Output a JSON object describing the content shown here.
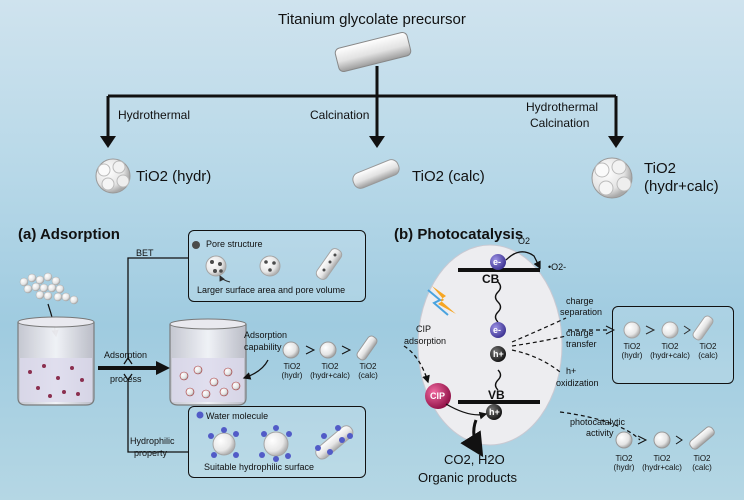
{
  "header": {
    "precursor": "Titanium glycolate precursor",
    "route_hydrothermal": "Hydrothermal",
    "route_calcination": "Calcination",
    "route_both_line1": "Hydrothermal",
    "route_both_line2": "Calcination"
  },
  "products": {
    "hydr": "TiO2 (hydr)",
    "calc": "TiO2 (calc)",
    "both_line1": "TiO2",
    "both_line2": "(hydr+calc)"
  },
  "adsorption": {
    "title": "(a) Adsorption",
    "bet": "BET",
    "pore_title": "Pore structure",
    "pore_caption": "Larger surface area and pore volume",
    "adsorption_process": [
      "Adsorption",
      "process"
    ],
    "adsorption_capability": [
      "Adsorption",
      "capability"
    ],
    "hydrophilic_property": [
      "Hydrophilic",
      "property"
    ],
    "water_title": "Water molecule",
    "water_caption": "Suitable hydrophilic surface",
    "ranking": [
      {
        "line1": "TiO2",
        "line2": "(hydr)"
      },
      {
        "line1": "TiO2",
        "line2": "(hydr+calc)"
      },
      {
        "line1": "TiO2",
        "line2": "(calc)"
      }
    ]
  },
  "photocatalysis": {
    "title": "(b) Photocatalysis",
    "o2": "O2",
    "superoxide": "•O2-",
    "cb": "CB",
    "vb": "VB",
    "electron": "e-",
    "hole": "h+",
    "cip": "CIP",
    "cip_adsorption": [
      "CIP",
      "adsorption"
    ],
    "charge_separation": [
      "charge",
      "separation"
    ],
    "charge_transfer": [
      "charge",
      "transfer"
    ],
    "h_oxidization": [
      "h+",
      "oxidization"
    ],
    "photocatalytic_activity": [
      "photocatalytic",
      "activity"
    ],
    "products_line1": "CO2, H2O",
    "products_line2": "Organic products",
    "ranking_box": [
      {
        "line1": "TiO2",
        "line2": "(hydr)"
      },
      {
        "line1": "TiO2",
        "line2": "(hydr+calc)"
      },
      {
        "line1": "TiO2",
        "line2": "(calc)"
      }
    ],
    "ranking_activity": [
      {
        "line1": "TiO2",
        "line2": "(hydr)"
      },
      {
        "line1": "TiO2",
        "line2": "(hydr+calc)"
      },
      {
        "line1": "TiO2",
        "line2": "(calc)"
      }
    ]
  },
  "colors": {
    "electron": "#5a4fb5",
    "hole": "#2b2b2b",
    "cip": "#c2185b",
    "oval": "#ededf0"
  }
}
